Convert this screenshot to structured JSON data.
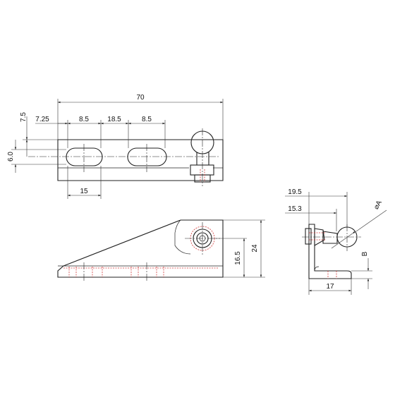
{
  "dimensions": {
    "top_view": {
      "overall_length": "70",
      "offset_left": "7.25",
      "slot1_width": "8.5",
      "slot_spacing": "18.5",
      "slot2_width": "8.5",
      "vertical_offset": "7.5",
      "slot_height": "6.0",
      "slot1_center": "15"
    },
    "front_view": {
      "overall_height": "24",
      "ball_center_height": "16.5"
    },
    "side_view": {
      "ball_center_offset": "19.5",
      "mount_offset": "15.3",
      "ball_diameter": "⌀A",
      "plate_thickness": "B",
      "base_width": "17"
    }
  },
  "colors": {
    "outline": "#222222",
    "hidden_lines": "#d23a3a"
  }
}
